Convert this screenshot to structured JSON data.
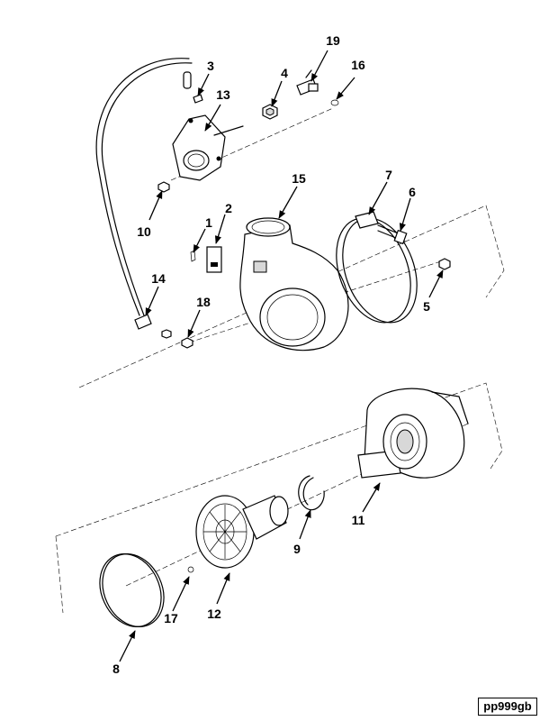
{
  "diagram": {
    "reference_code": "pp999gb",
    "callouts": [
      "1",
      "2",
      "3",
      "4",
      "5",
      "6",
      "7",
      "8",
      "9",
      "10",
      "11",
      "12",
      "13",
      "14",
      "15",
      "16",
      "17",
      "18",
      "19"
    ]
  }
}
